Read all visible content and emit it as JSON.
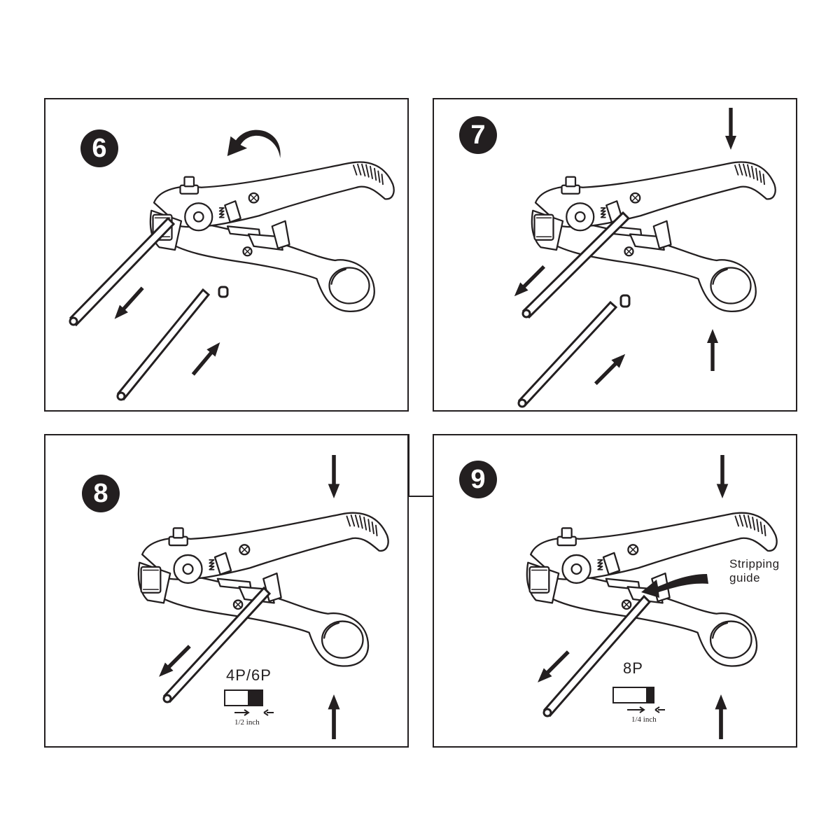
{
  "panels": [
    {
      "step": "6"
    },
    {
      "step": "7"
    },
    {
      "step": "8",
      "cable_type": "4P/6P",
      "strip_length": "1/2 inch"
    },
    {
      "step": "9",
      "cable_type": "8P",
      "strip_length": "1/4 inch",
      "callout": "Stripping guide"
    }
  ],
  "icons": {
    "tool": "cable-stripper-icon",
    "arrow": "direction-arrow-icon",
    "cable": "cable-icon"
  },
  "colors": {
    "ink": "#231f20",
    "paper": "#ffffff"
  }
}
